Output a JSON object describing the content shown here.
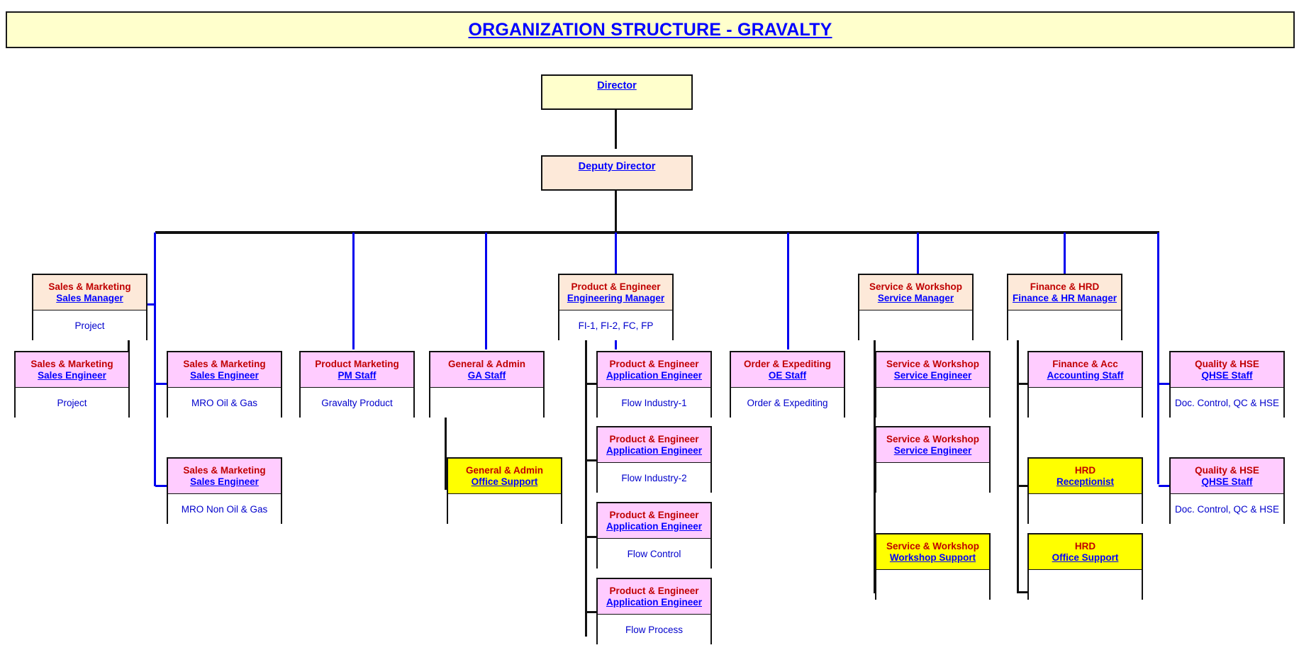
{
  "header": {
    "title": "ORGANIZATION STRUCTURE - GRAVALTY",
    "bg_color": "#FFFFCC",
    "text_color": "#0000FF"
  },
  "palette": {
    "dept_text": "#C00000",
    "role_text": "#0000FF",
    "detail_text": "#0000CC",
    "header_cream": "#FDE9D9",
    "header_pink": "#FFCCFF",
    "header_yellow": "#FFFF00",
    "top_box_yellow": "#FFFFCC",
    "connector_blue": "#0000EE",
    "connector_black": "#111111"
  },
  "top": {
    "director": {
      "role": "Director"
    },
    "deputy_director": {
      "role": "Deputy Director"
    }
  },
  "nodes": {
    "sales_manager": {
      "dept": "Sales & Marketing",
      "role": "Sales Manager",
      "detail": "Project"
    },
    "sales_eng_project": {
      "dept": "Sales & Marketing",
      "role": "Sales Engineer",
      "detail": "Project"
    },
    "sales_eng_mro_oil": {
      "dept": "Sales & Marketing",
      "role": "Sales Engineer",
      "detail": "MRO Oil & Gas"
    },
    "sales_eng_mro_nonoil": {
      "dept": "Sales & Marketing",
      "role": "Sales Engineer",
      "detail": "MRO Non Oil & Gas"
    },
    "pm_staff": {
      "dept": "Product Marketing",
      "role": "PM Staff",
      "detail": "Gravalty Product"
    },
    "ga_staff": {
      "dept": "General & Admin",
      "role": "GA Staff",
      "detail": ""
    },
    "ga_office_support": {
      "dept": "General & Admin",
      "role": "Office Support",
      "detail": ""
    },
    "engineering_manager": {
      "dept": "Product & Engineer",
      "role": "Engineering Manager",
      "detail": "FI-1, FI-2, FC, FP"
    },
    "app_eng_fi1": {
      "dept": "Product & Engineer",
      "role": "Application Engineer",
      "detail": "Flow Industry-1"
    },
    "app_eng_fi2": {
      "dept": "Product & Engineer",
      "role": "Application Engineer",
      "detail": "Flow Industry-2"
    },
    "app_eng_fc": {
      "dept": "Product & Engineer",
      "role": "Application Engineer",
      "detail": "Flow Control"
    },
    "app_eng_fp": {
      "dept": "Product & Engineer",
      "role": "Application Engineer",
      "detail": "Flow Process"
    },
    "oe_staff": {
      "dept": "Order & Expediting",
      "role": "OE Staff",
      "detail": "Order & Expediting"
    },
    "service_manager": {
      "dept": "Service & Workshop",
      "role": "Service Manager",
      "detail": ""
    },
    "service_eng_1": {
      "dept": "Service & Workshop",
      "role": "Service Engineer",
      "detail": ""
    },
    "service_eng_2": {
      "dept": "Service & Workshop",
      "role": "Service Engineer",
      "detail": ""
    },
    "workshop_support": {
      "dept": "Service & Workshop",
      "role": "Workshop Support",
      "detail": ""
    },
    "finance_hr_manager": {
      "dept": "Finance & HRD",
      "role": "Finance & HR Manager",
      "detail": ""
    },
    "accounting_staff": {
      "dept": "Finance & Acc",
      "role": "Accounting Staff",
      "detail": ""
    },
    "hrd_receptionist": {
      "dept": "HRD",
      "role": "Receptionist",
      "detail": ""
    },
    "hrd_office_support": {
      "dept": "HRD",
      "role": "Office Support",
      "detail": ""
    },
    "qhse_staff_1": {
      "dept": "Quality & HSE",
      "role": "QHSE Staff",
      "detail": "Doc. Control, QC & HSE"
    },
    "qhse_staff_2": {
      "dept": "Quality & HSE",
      "role": "QHSE Staff",
      "detail": "Doc. Control, QC & HSE"
    }
  }
}
